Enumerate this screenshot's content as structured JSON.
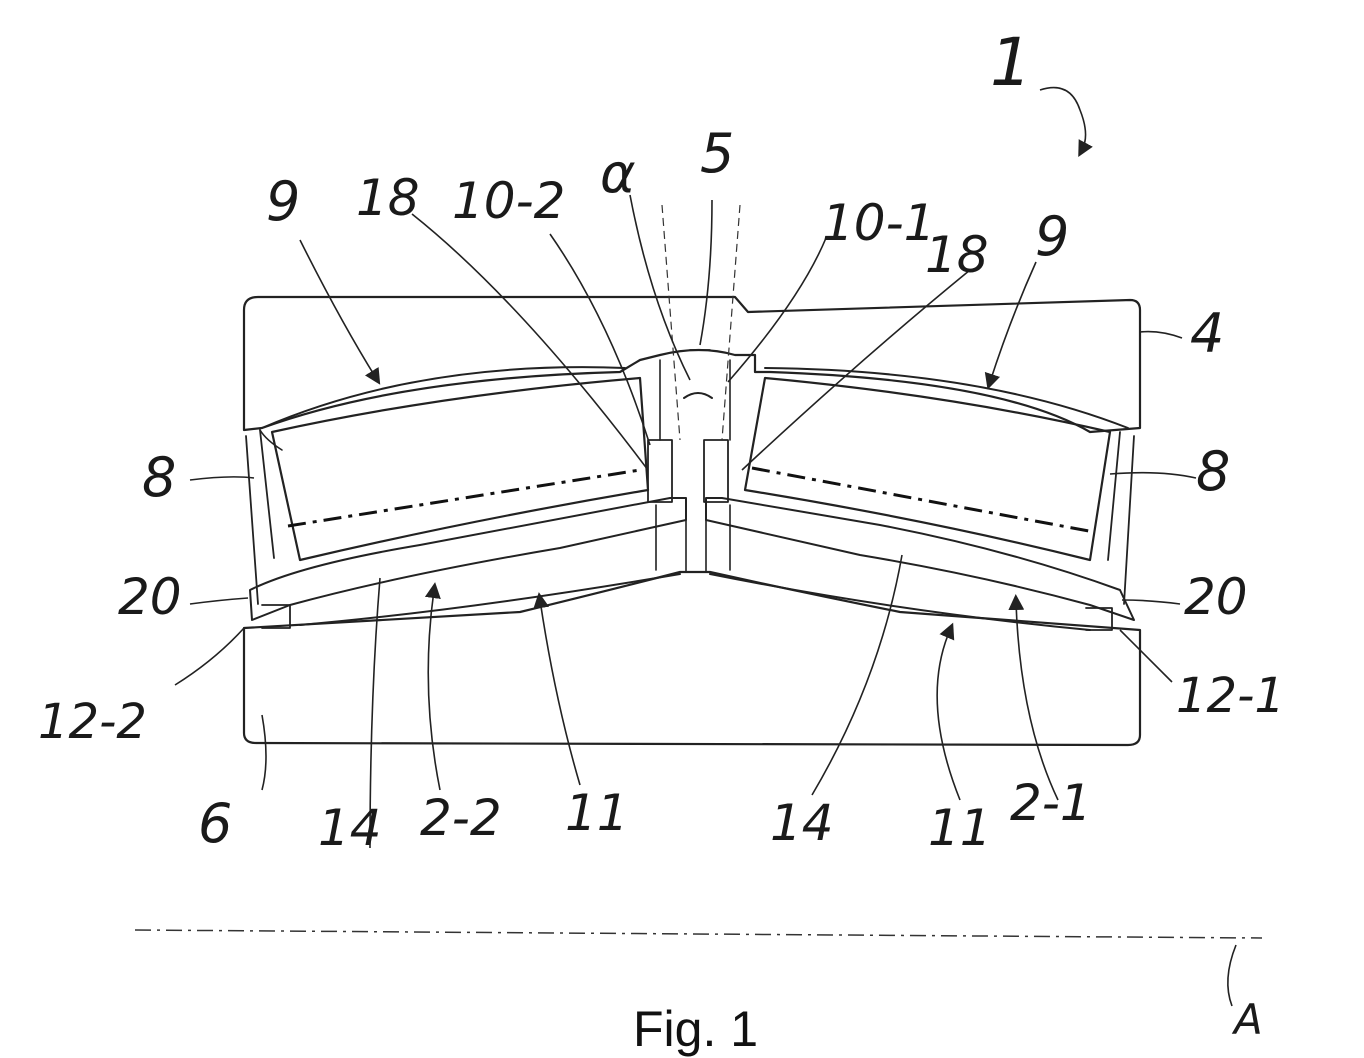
{
  "figure": {
    "caption": "Fig. 1",
    "labels": {
      "assembly": "1",
      "alpha": "α",
      "five": "5",
      "inner_ring_nine_left": "9",
      "inner_ring_nine_right": "9",
      "eighteen_left": "18",
      "eighteen_right": "18",
      "ten_two": "10-2",
      "ten_one": "10-1",
      "four": "4",
      "eight_left": "8",
      "eight_right": "8",
      "twenty_left": "20",
      "twenty_right": "20",
      "twelve_two": "12-2",
      "twelve_one": "12-1",
      "six": "6",
      "fourteen_left": "14",
      "fourteen_right": "14",
      "two_two": "2-2",
      "two_one": "2-1",
      "eleven_left": "11",
      "eleven_right": "11",
      "axis": "A"
    }
  }
}
